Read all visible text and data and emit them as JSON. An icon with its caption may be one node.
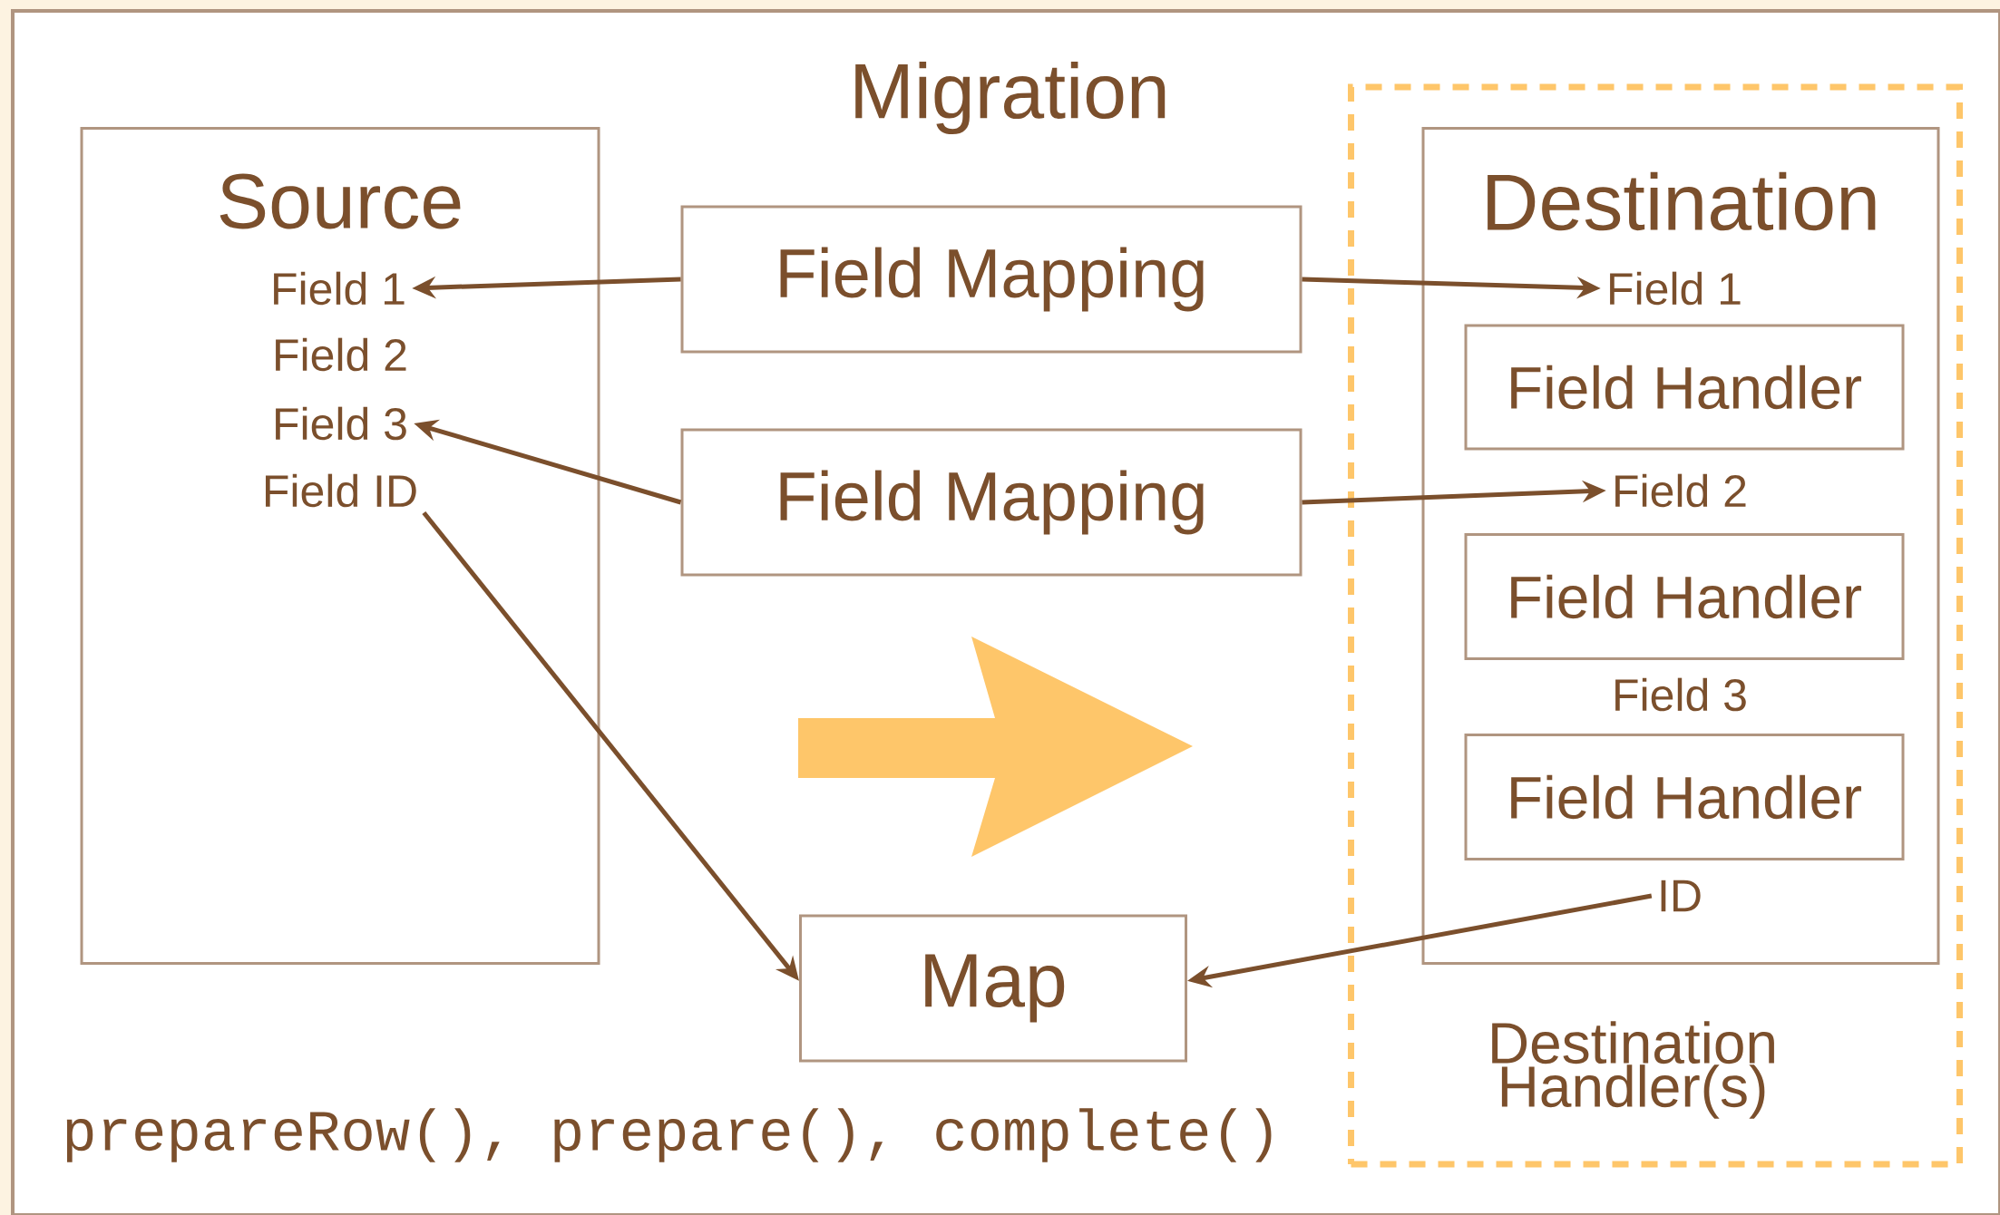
{
  "diagram": {
    "title": "Migration",
    "nodes": [
      {
        "text": [
          "Source"
        ]
      },
      {
        "text": [
          "Field 1"
        ],
        "in": 0
      },
      {
        "text": [
          "Field 2"
        ],
        "in": 0
      },
      {
        "text": [
          "Field 3"
        ],
        "in": 0
      },
      {
        "text": [
          "Field ID"
        ],
        "in": 0
      },
      {
        "text": [
          "Field Mapping"
        ]
      },
      {
        "text": [
          "Field Mapping"
        ]
      },
      {
        "text": [
          "Map"
        ]
      },
      {
        "text": [
          "Destination Handler(s)"
        ]
      },
      {
        "text": [
          "Destination"
        ],
        "in": 8
      },
      {
        "text": [
          "Field 1"
        ],
        "in": 9
      },
      {
        "text": [
          "Field Handler"
        ],
        "in": 9
      },
      {
        "text": [
          "Field 2"
        ],
        "in": 9
      },
      {
        "text": [
          "Field Handler"
        ],
        "in": 9
      },
      {
        "text": [
          "Field 3"
        ],
        "in": 9
      },
      {
        "text": [
          "Field Handler"
        ],
        "in": 9
      },
      {
        "text": [
          "ID"
        ],
        "in": 9
      }
    ],
    "edges": [
      {
        "from": 5,
        "to": 1,
        "arrow": "to"
      },
      {
        "from": 5,
        "to": 10,
        "arrow": "to"
      },
      {
        "from": 6,
        "to": 3,
        "arrow": "to"
      },
      {
        "from": 6,
        "to": 12,
        "arrow": "to"
      },
      {
        "from": 4,
        "to": 7,
        "arrow": "to"
      },
      {
        "from": 16,
        "to": 7,
        "arrow": "to"
      }
    ],
    "labels": [
      "prepareRow(), prepare(), complete()"
    ]
  }
}
